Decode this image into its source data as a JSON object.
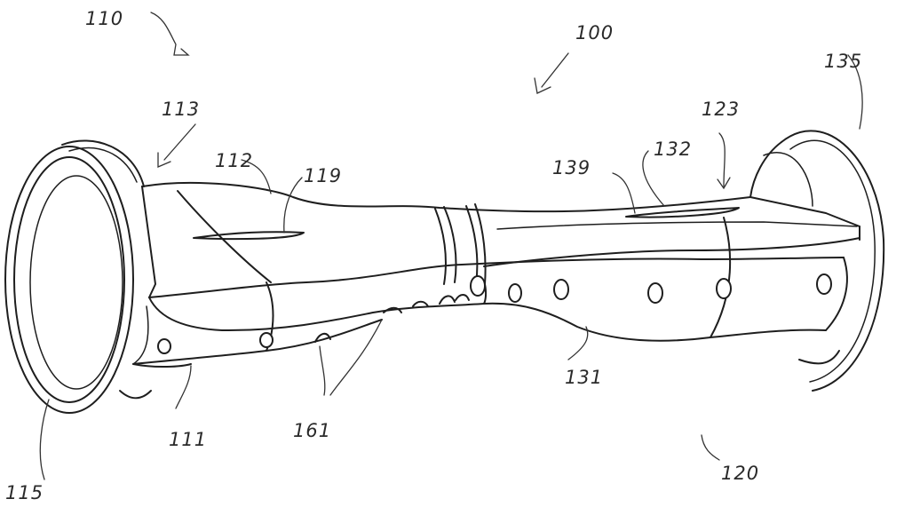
{
  "labels": {
    "assembly": "100",
    "first_section": "110",
    "first_end": "113",
    "first_top": "112",
    "first_pad_slot": "119",
    "first_bottom": "111",
    "first_wheel": "115",
    "lights": "161",
    "second_section": "120",
    "second_side": "131",
    "second_pad_slot": "139",
    "second_top": "132",
    "second_end": "123",
    "second_wheel": "135"
  }
}
